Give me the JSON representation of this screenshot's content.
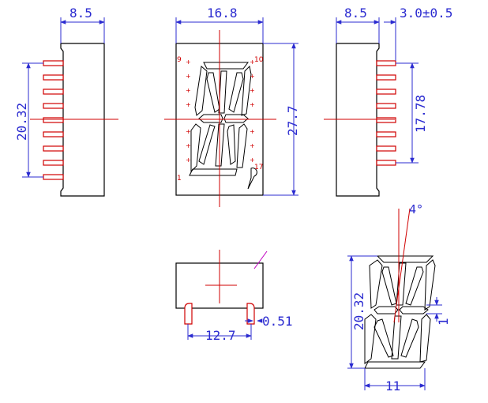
{
  "drawing": {
    "views": {
      "left_side": {
        "width_dim": "8.5",
        "height_dim": "20.32"
      },
      "front": {
        "width_dim": "16.8",
        "height_dim": "27.7",
        "pin_labels": [
          "9",
          "10",
          "1",
          "17"
        ]
      },
      "right_side": {
        "width_dim": "8.5",
        "pin_length_dim": "3.0±0.5",
        "height_dim": "17.78"
      },
      "bottom": {
        "pin_spacing_dim": "12.7",
        "pin_width_dim": "0.51"
      },
      "segment_detail": {
        "angle_dim": "4°",
        "height_dim": "20.32",
        "width_dim": "11",
        "gap_dim": "1"
      }
    },
    "colors": {
      "outline": "#000000",
      "dimension": "#2b2bd0",
      "centerline": "#d00000"
    }
  }
}
